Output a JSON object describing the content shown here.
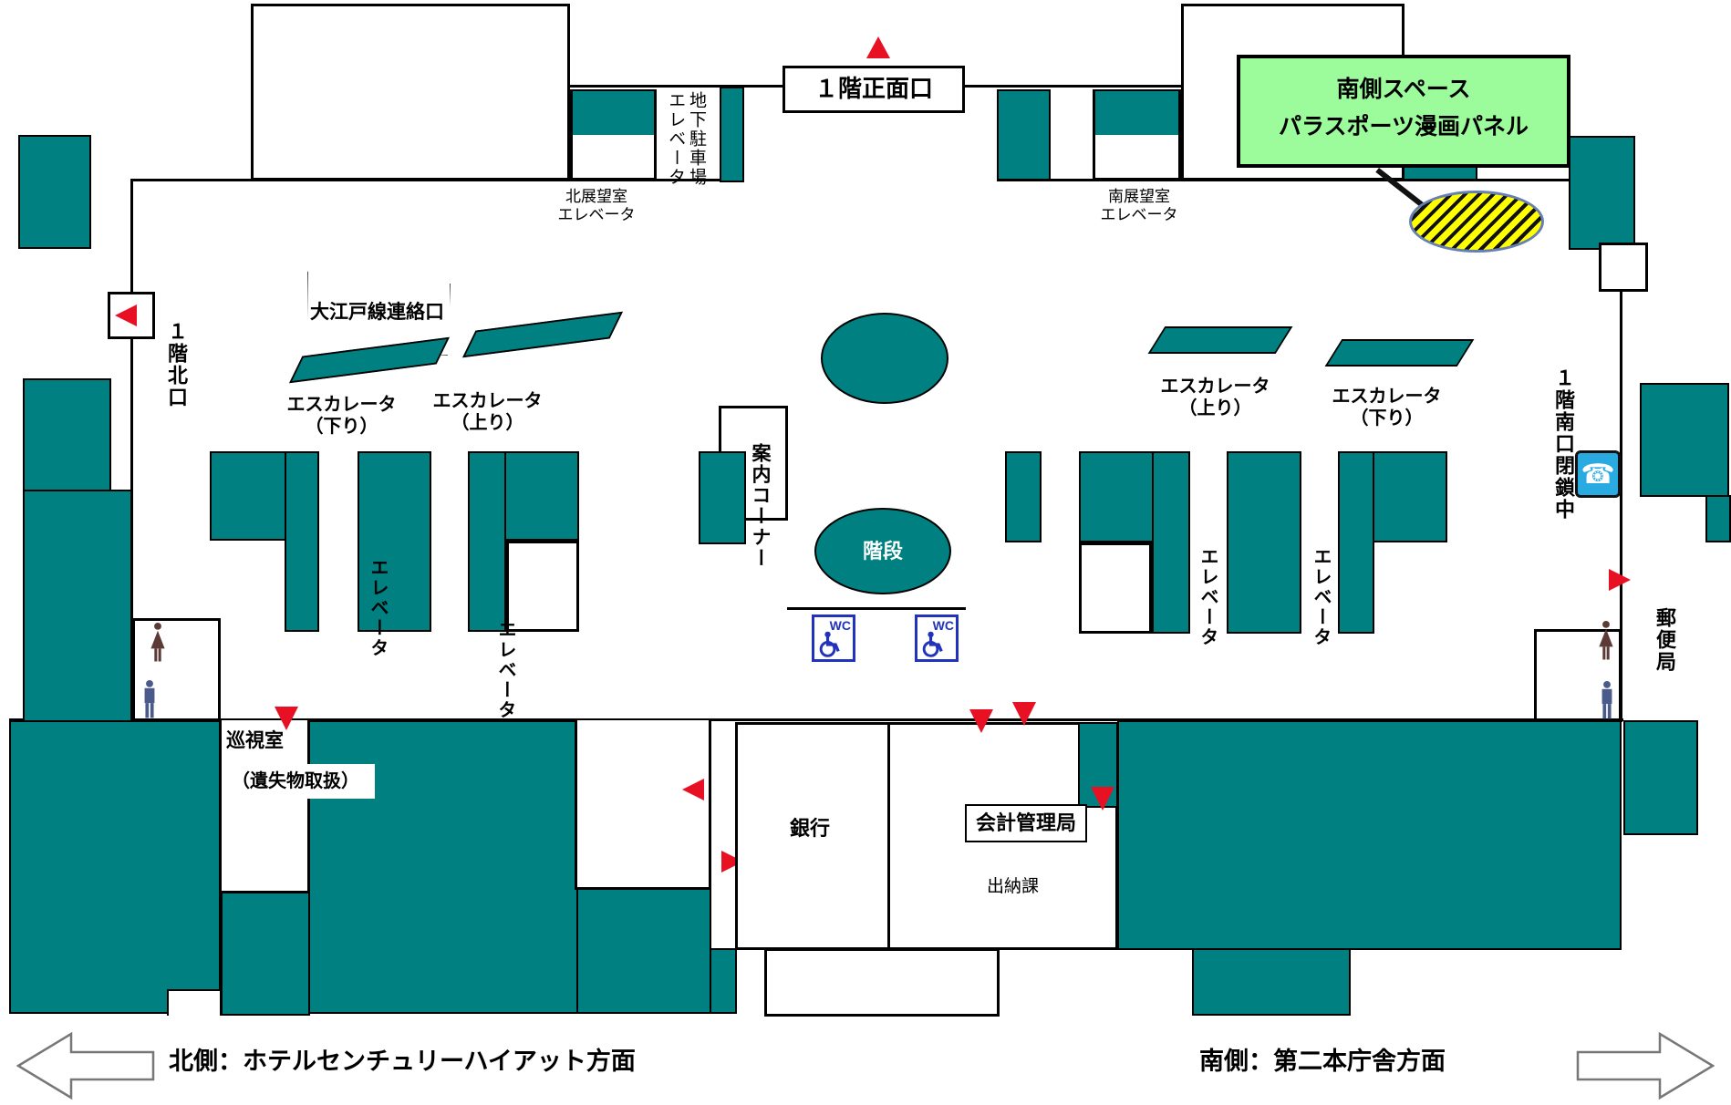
{
  "colors": {
    "room_teal": "#008080",
    "wall_black": "#000000",
    "panel_green": "#9cfc9c",
    "highlight_yellow": "#ffff00",
    "arrow_red": "#e81123",
    "phone_blue": "#29abe2",
    "wc_blue": "#2233bb"
  },
  "entrances": {
    "main": "１階正面口",
    "north": "１階北口",
    "south_closed": "１階南口閉鎖中"
  },
  "top": {
    "parking_elevator": "地下駐車場\nエレベータ",
    "north_observatory": "北展望室\nエレベータ",
    "south_observatory": "南展望室\nエレベータ",
    "south_space_panel": "南側スペース\nパラスポーツ漫画パネル"
  },
  "facilities": {
    "oedo_line": "大江戸線連絡口",
    "info_corner": "案内コーナー",
    "stairs": "階段",
    "patrol_room": "巡視室",
    "lost_and_found": "（遺失物取扱）",
    "bank": "銀行",
    "accounting_bureau": "会計管理局",
    "cashier_section": "出納課",
    "post_office": "郵便局",
    "wc": "WC"
  },
  "escalators": [
    {
      "label": "エスカレータ\n（下り）"
    },
    {
      "label": "エスカレータ\n（上り）"
    },
    {
      "label": "エスカレータ\n（上り）"
    },
    {
      "label": "エスカレータ\n（下り）"
    }
  ],
  "elevators": [
    "エレベータ",
    "エレベータ",
    "エレベータ",
    "エレベータ"
  ],
  "directions": {
    "north": "北側：ホテルセンチュリーハイアット方面",
    "south": "南側：第二本庁舎方面"
  }
}
